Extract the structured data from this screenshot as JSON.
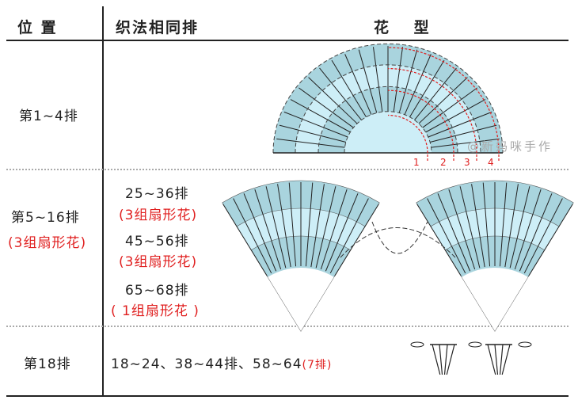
{
  "header": {
    "position": "位 置",
    "same_rows": "织法相同排",
    "pattern": "花　 型"
  },
  "rows": [
    {
      "label": "第1~4排",
      "pattern_numbers": [
        "1",
        "2",
        "3",
        "4"
      ],
      "watermark": "@新妈咪手作"
    },
    {
      "label": "第5~16排",
      "label_note": "(3组扇形花)",
      "same": [
        {
          "rows": "25~36排",
          "note": "(3组扇形花)"
        },
        {
          "rows": "45~56排",
          "note": "(3组扇形花)"
        },
        {
          "rows": "65~68排",
          "note": "( 1组扇形花 )"
        }
      ]
    },
    {
      "label": "第18排",
      "same_text": "18~24、38~44排、58~64",
      "same_note": "(7排)"
    }
  ],
  "colors": {
    "red": "#e02020",
    "light_blue": "#cdeef7",
    "mid_blue": "#a9d4de"
  }
}
